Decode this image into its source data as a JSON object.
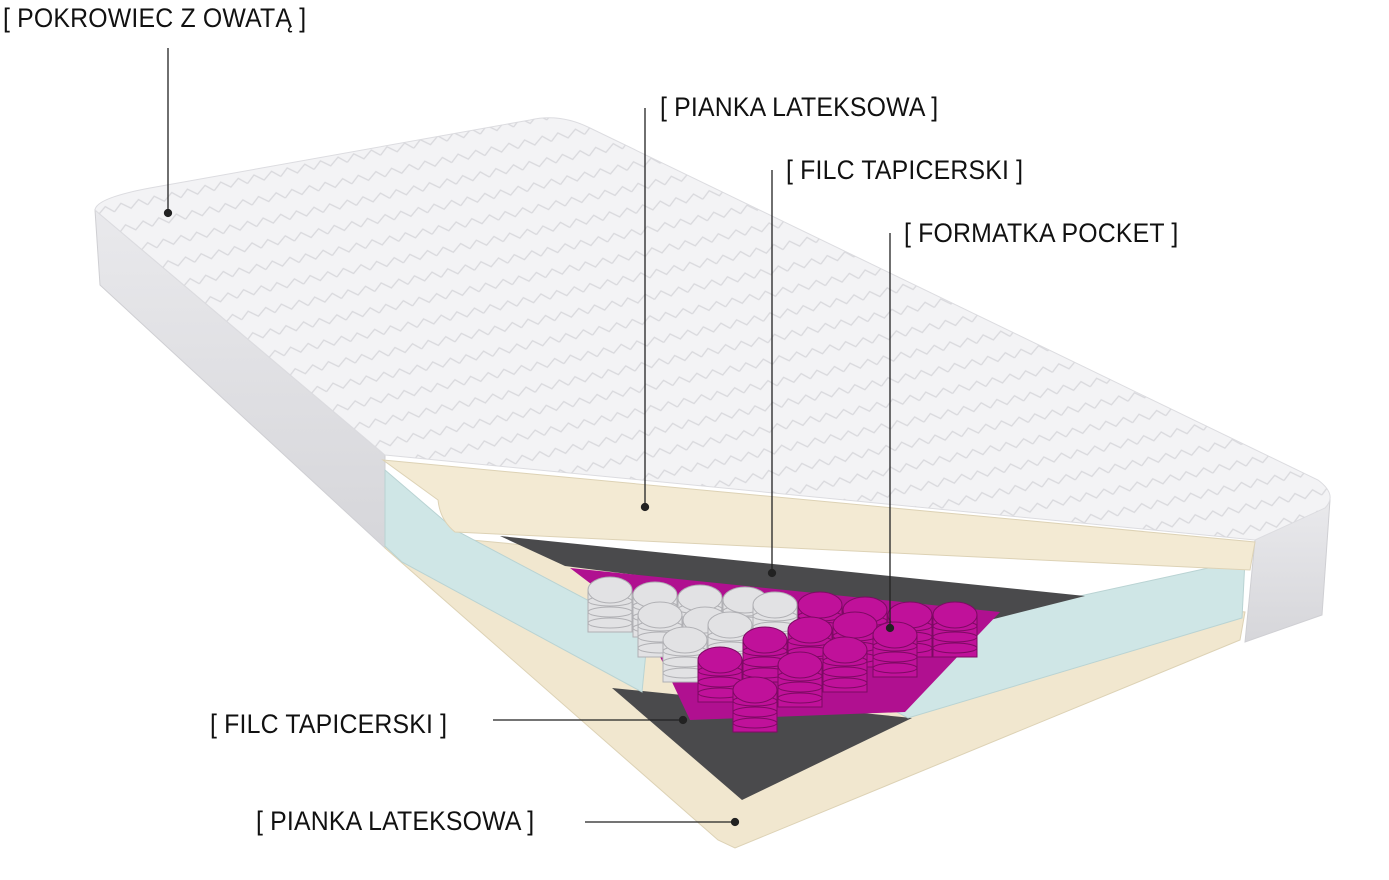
{
  "labels": {
    "cover": "[ POKROWIEC Z OWATĄ ]",
    "latex_top": "[ PIANKA LATEKSOWA ]",
    "felt_top": "[ FILC TAPICERSKI ]",
    "pocket": "[ FORMATKA POCKET ]",
    "felt_bottom": "[ FILC TAPICERSKI ]",
    "latex_bottom": "[ PIANKA LATEKSOWA ]"
  },
  "colors": {
    "cover": "#f1f1f3",
    "latex": "#f3ead3",
    "foam": "#cfe6e6",
    "felt": "#4a4a4c",
    "spring_white": "#e2e2e4",
    "spring_magenta": "#c0119a"
  }
}
